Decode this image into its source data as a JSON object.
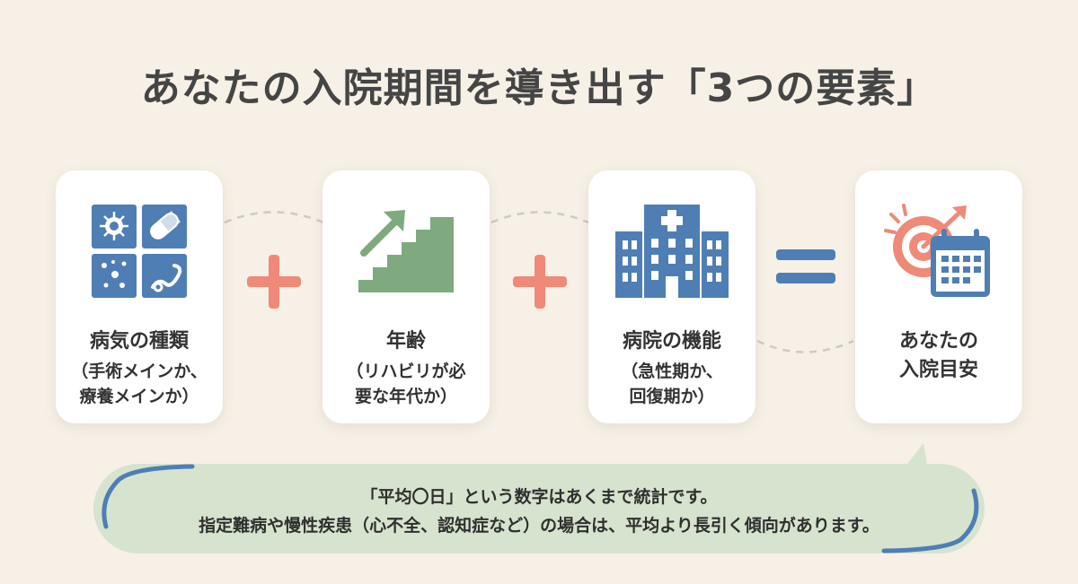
{
  "title": "あなたの入院期間を導き出す「3つの要素」",
  "cards": [
    {
      "label": "病気の種類",
      "sub1": "（手術メインか、",
      "sub2": "療養メインか）",
      "icon": "disease-type-grid-icon"
    },
    {
      "label": "年齢",
      "sub1": "（リハビリが必",
      "sub2": "要な年代か）",
      "icon": "stairs-arrow-icon"
    },
    {
      "label": "病院の機能",
      "sub1": "（急性期か、",
      "sub2": "回復期か）",
      "icon": "hospital-building-icon"
    },
    {
      "label": "あなたの",
      "sub1": "入院目安",
      "sub2": "",
      "icon": "target-calendar-icon"
    }
  ],
  "operators": [
    "+",
    "+",
    "="
  ],
  "note": {
    "line1": "「平均〇日」という数字はあくまで統計です。",
    "line2": "指定難病や慢性疾患（心不全、認知症など）の場合は、平均より長引く傾向があります。"
  },
  "colors": {
    "background": "#f6f0e6",
    "blue": "#4f7eb5",
    "green": "#7faa7f",
    "coral": "#ef8a78",
    "note_bg": "#d6e3cf"
  }
}
